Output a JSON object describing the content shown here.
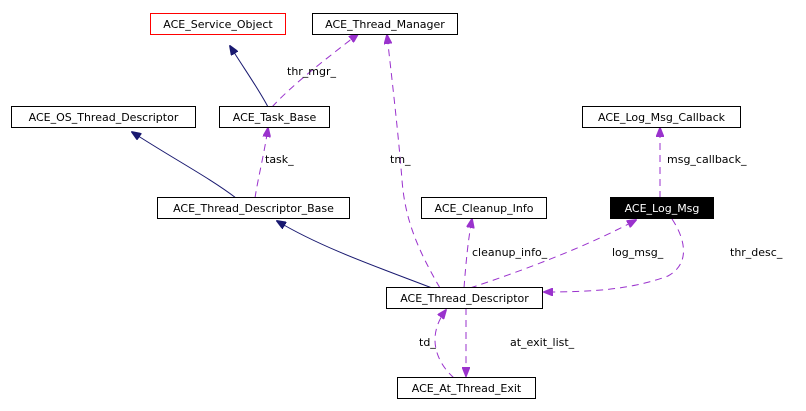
{
  "nodes": {
    "service_object": "ACE_Service_Object",
    "thread_manager": "ACE_Thread_Manager",
    "os_thread_descriptor": "ACE_OS_Thread_Descriptor",
    "task_base": "ACE_Task_Base",
    "log_msg_callback": "ACE_Log_Msg_Callback",
    "thread_descriptor_base": "ACE_Thread_Descriptor_Base",
    "cleanup_info": "ACE_Cleanup_Info",
    "log_msg": "ACE_Log_Msg",
    "thread_descriptor": "ACE_Thread_Descriptor",
    "at_thread_exit": "ACE_At_Thread_Exit"
  },
  "edge_labels": {
    "thr_mgr": "thr_mgr_",
    "task": "task_",
    "tm": "tm_",
    "msg_callback": "msg_callback_",
    "cleanup_info": "cleanup_info_",
    "log_msg": "log_msg_",
    "thr_desc": "thr_desc_",
    "td": "td_",
    "at_exit_list": "at_exit_list_"
  },
  "colors": {
    "inheritance_edge": "#191970",
    "member_edge": "#9a32cd",
    "highlight_node_fill": "#000000",
    "special_node_border": "#ff0000"
  }
}
